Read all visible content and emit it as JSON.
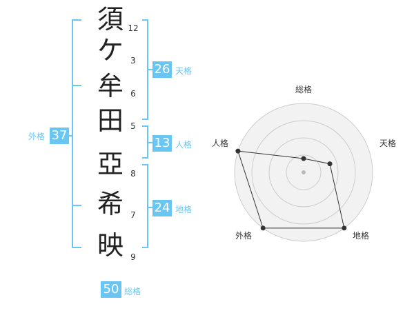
{
  "name": {
    "chars": [
      "須",
      "ケ",
      "牟",
      "田",
      "亞",
      "希",
      "映"
    ],
    "strokes": [
      "12",
      "3",
      "6",
      "5",
      "8",
      "7",
      "9"
    ]
  },
  "fortune": {
    "tenkaku": {
      "label": "天格",
      "value": "26"
    },
    "jinkaku": {
      "label": "人格",
      "value": "13"
    },
    "chikaku": {
      "label": "地格",
      "value": "24"
    },
    "gaikaku": {
      "label": "外格",
      "value": "37"
    },
    "soukaku": {
      "label": "総格",
      "value": "50"
    }
  },
  "chart_data": {
    "type": "radar",
    "axes": [
      "総格",
      "天格",
      "地格",
      "外格",
      "人格"
    ],
    "values": [
      1,
      2,
      5,
      5,
      5
    ],
    "rmax": 5,
    "rings": 4,
    "colors": {
      "fill": "#f2f2f2",
      "ring": "#cccccc",
      "line": "#333333",
      "center": "#bbbbbb"
    }
  }
}
